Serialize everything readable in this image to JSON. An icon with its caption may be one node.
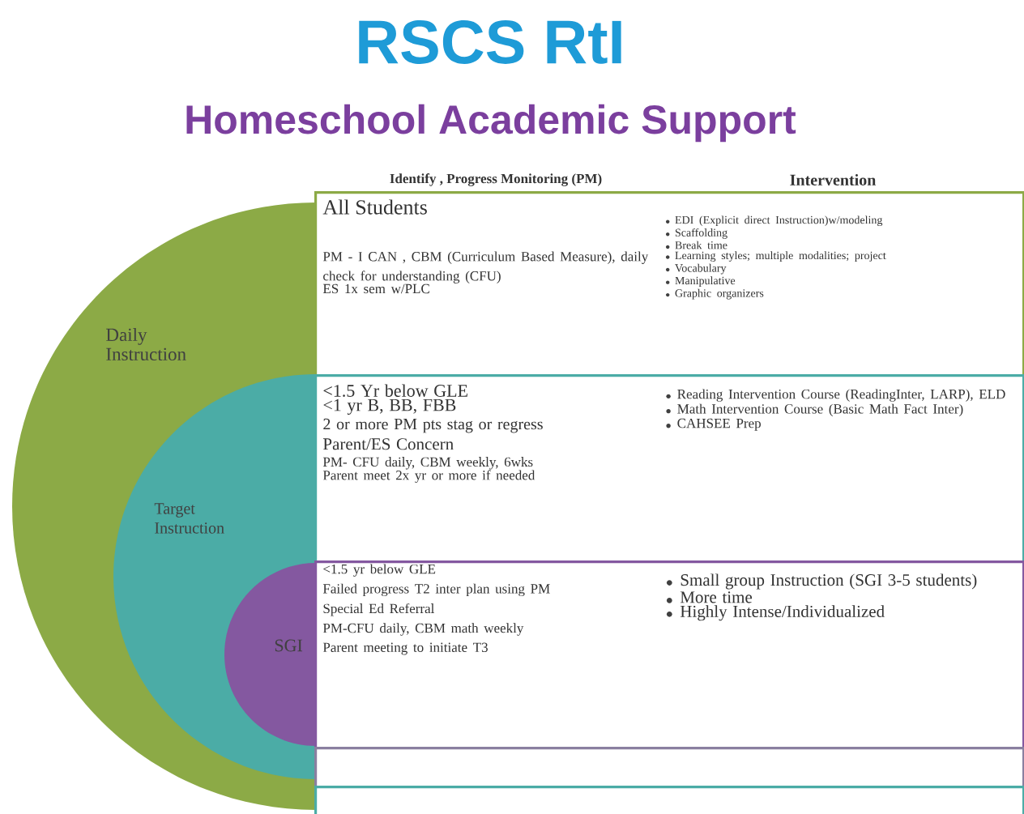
{
  "diagram": {
    "title": "RSCS RtI",
    "nodes": [
      {
        "text": [
          "Daily Instruction"
        ]
      },
      {
        "text": [
          "Target Instruction"
        ],
        "in": 0
      },
      {
        "text": [
          "SGI"
        ],
        "in": 1
      },
      {
        "text": [
          "All Students",
          "PM - I CAN , CBM (Curriculum Based Measure), daily check for understanding (CFU)",
          "ES 1x sem w/PLC",
          "EDI (Explicit direct Instruction)w/modeling",
          "Scaffolding",
          "Break time",
          "Learning styles; multiple modalities; project",
          "Vocabulary",
          "Manipulative",
          "Graphic organizers"
        ]
      },
      {
        "text": [
          "<1.5 Yr below GLE",
          "<1 yr B, BB, FBB",
          "2 or more PM pts stag or regress",
          "Parent/ES Concern",
          "PM- CFU daily, CBM weekly, 6wks",
          "Parent meet 2x yr or more if needed",
          "Reading Intervention Course (ReadingInter, LARP), ELD",
          "Math Intervention Course (Basic Math Fact Inter)",
          "CAHSEE Prep"
        ]
      },
      {
        "text": [
          "<1.5 yr below GLE",
          "Failed progress T2 inter plan using PM",
          "Special Ed Referral",
          "PM-CFU daily, CBM math weekly",
          "Parent meeting to initiate T3",
          "Small group Instruction (SGI 3-5 students)",
          "More time",
          "Highly Intense/Individualized"
        ]
      },
      {
        "text": [],
        "shape": "box"
      },
      {
        "text": [],
        "shape": "box"
      }
    ],
    "labels": [
      "Homeschool Academic Support",
      "Identify , Progress Monitoring (PM)",
      "Intervention"
    ]
  }
}
